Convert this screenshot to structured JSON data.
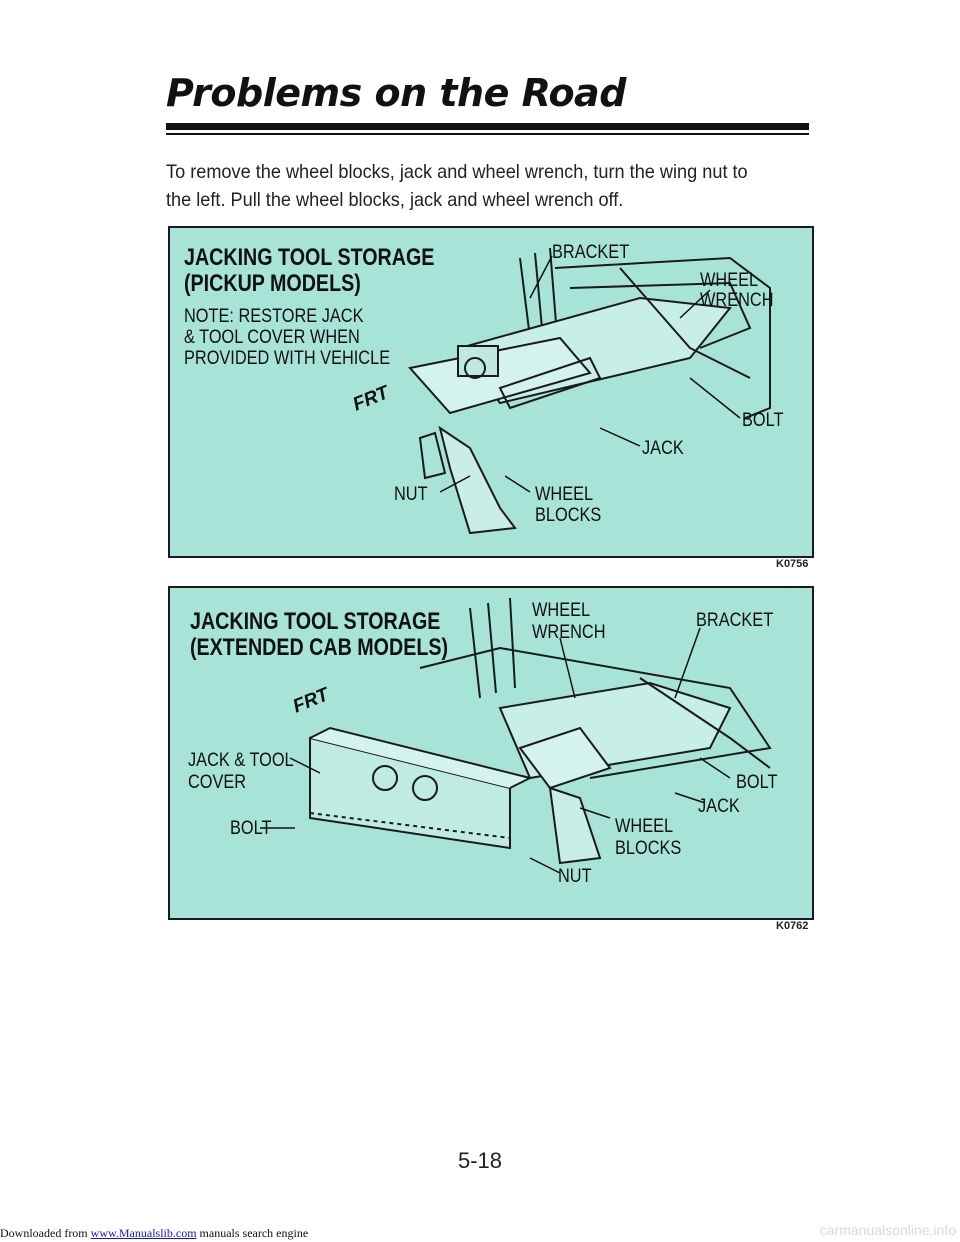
{
  "page": {
    "title": "Problems on the Road",
    "intro": "To remove the wheel blocks, jack and wheel wrench, turn the wing nut to the left. Pull the wheel blocks, jack and wheel wrench off.",
    "page_number": "5-18"
  },
  "figure1": {
    "heading_line1": "JACKING TOOL STORAGE",
    "heading_line2": "(PICKUP MODELS)",
    "note_line1": "NOTE: RESTORE JACK",
    "note_line2": "& TOOL COVER WHEN",
    "note_line3": "PROVIDED WITH VEHICLE",
    "label_bracket": "BRACKET",
    "label_wheel": "WHEEL",
    "label_wrench": "WRENCH",
    "label_bolt": "BOLT",
    "label_jack": "JACK",
    "label_nut": "NUT",
    "label_blocks_1": "WHEEL",
    "label_blocks_2": "BLOCKS",
    "label_frt": "FRT",
    "code": "K0756"
  },
  "figure2": {
    "heading_line1": "JACKING TOOL STORAGE",
    "heading_line2": "(EXTENDED CAB MODELS)",
    "label_wheel": "WHEEL",
    "label_wrench": "WRENCH",
    "label_bracket": "BRACKET",
    "label_cover_1": "JACK & TOOL",
    "label_cover_2": "COVER",
    "label_bolt_left": "BOLT",
    "label_bolt_right": "BOLT",
    "label_jack": "JACK",
    "label_blocks_1": "WHEEL",
    "label_blocks_2": "BLOCKS",
    "label_nut": "NUT",
    "label_frt": "FRT",
    "code": "K0762"
  },
  "footer": {
    "prefix": "Downloaded from",
    "link": "www.Manualslib.com",
    "suffix": "manuals search engine",
    "watermark": "carmanualsonline.info"
  },
  "colors": {
    "figure_bg": "#a8e3d7",
    "ink": "#111111",
    "link": "#1515c8"
  }
}
